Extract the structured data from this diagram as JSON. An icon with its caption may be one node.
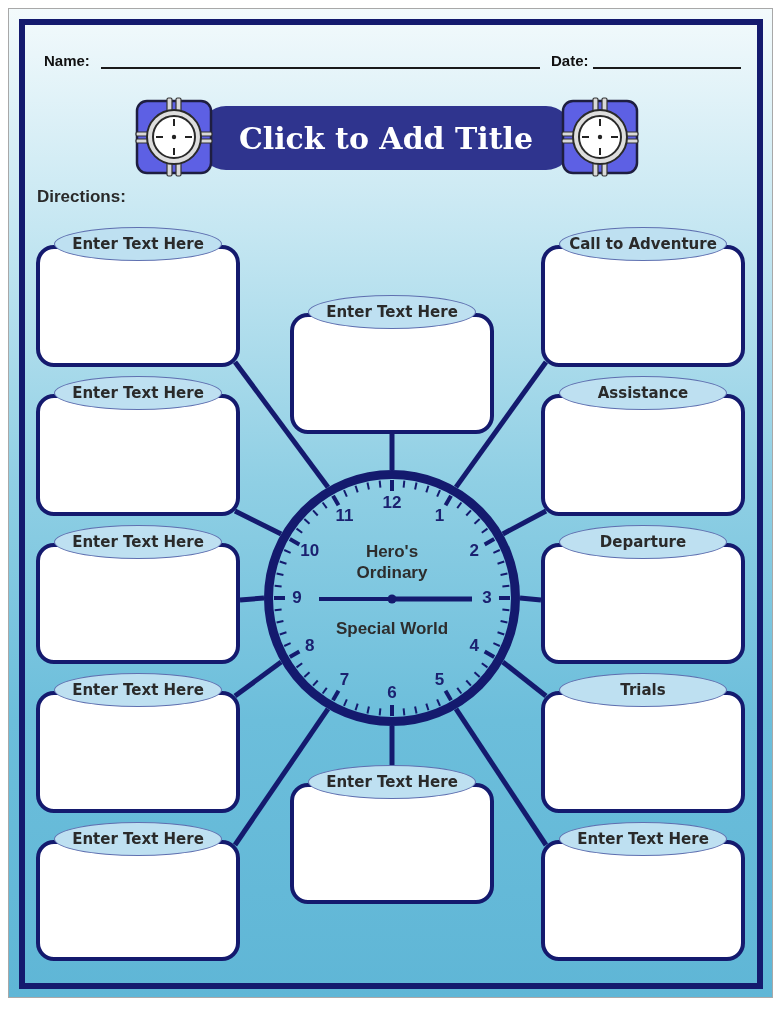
{
  "diagram": {
    "title": "Click to Add Title",
    "nodes": [
      {
        "text": [
          "Enter Text Here"
        ]
      },
      {
        "text": [
          "Call to Adventure"
        ]
      },
      {
        "text": [
          "Enter Text Here"
        ]
      },
      {
        "text": [
          "Enter Text Here"
        ]
      },
      {
        "text": [
          "Assistance"
        ]
      },
      {
        "text": [
          "Enter Text Here"
        ]
      },
      {
        "text": [
          "Departure"
        ]
      },
      {
        "text": [
          "Hero's Ordinary",
          "Special World"
        ]
      },
      {
        "text": [
          "Enter Text Here"
        ]
      },
      {
        "text": [
          "Trials"
        ]
      },
      {
        "text": [
          "Enter Text Here"
        ]
      },
      {
        "text": [
          "Enter Text Here"
        ]
      },
      {
        "text": [
          "Enter Text Here"
        ]
      }
    ],
    "edges": [
      {
        "from": 7,
        "to": 2,
        "arrow": "none"
      },
      {
        "from": 7,
        "to": 1,
        "arrow": "none"
      },
      {
        "from": 7,
        "to": 4,
        "arrow": "none"
      },
      {
        "from": 7,
        "to": 6,
        "arrow": "none"
      },
      {
        "from": 7,
        "to": 9,
        "arrow": "none"
      },
      {
        "from": 7,
        "to": 12,
        "arrow": "none"
      },
      {
        "from": 7,
        "to": 10,
        "arrow": "none"
      },
      {
        "from": 7,
        "to": 11,
        "arrow": "none"
      },
      {
        "from": 7,
        "to": 8,
        "arrow": "none"
      },
      {
        "from": 7,
        "to": 5,
        "arrow": "none"
      },
      {
        "from": 7,
        "to": 3,
        "arrow": "none"
      },
      {
        "from": 7,
        "to": 0,
        "arrow": "none"
      }
    ],
    "labels": [
      "Name:",
      "Date:",
      "Directions:",
      "12",
      "1",
      "2",
      "3",
      "4",
      "5",
      "6",
      "7",
      "8",
      "9",
      "10",
      "11"
    ]
  }
}
